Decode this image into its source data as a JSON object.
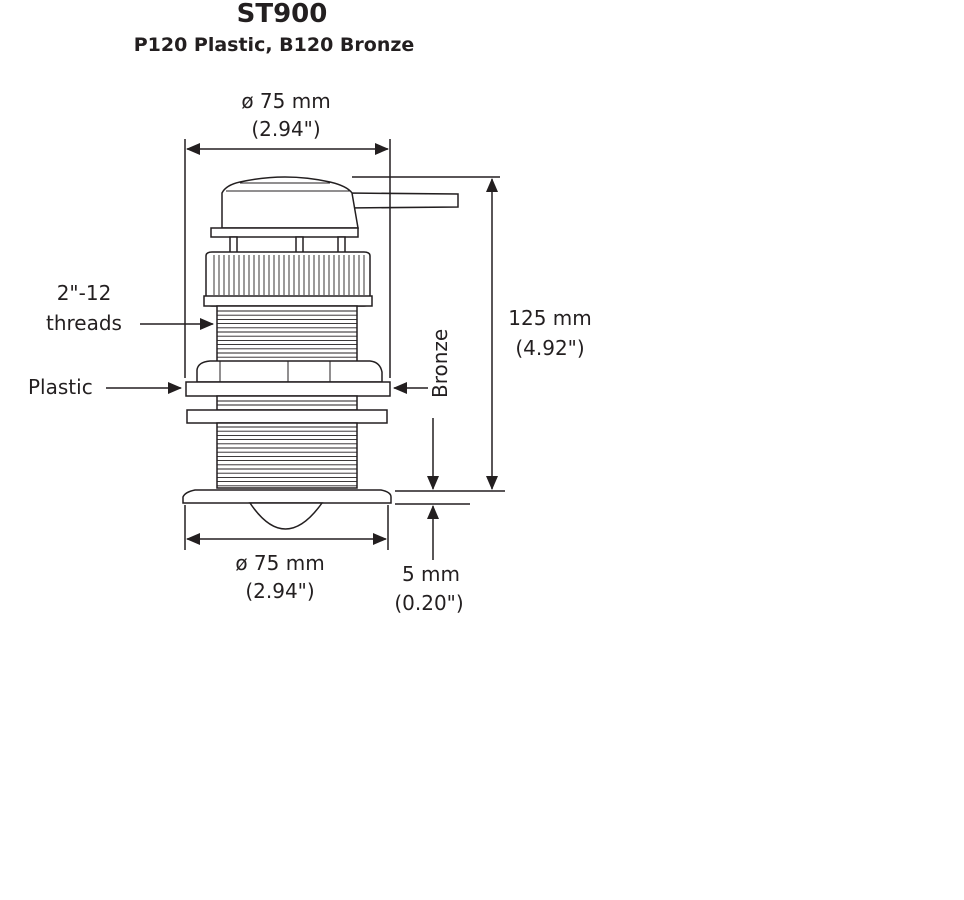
{
  "header": {
    "title": "ST900",
    "subtitle": "P120 Plastic, B120 Bronze"
  },
  "dimensions": {
    "top_diameter": {
      "mm": "ø 75 mm",
      "inch": "(2.94\")"
    },
    "bottom_diameter": {
      "mm": "ø 75 mm",
      "inch": "(2.94\")"
    },
    "height": {
      "mm": "125 mm",
      "inch": "(4.92\")"
    },
    "flange": {
      "mm": "5 mm",
      "inch": "(0.20\")"
    }
  },
  "callouts": {
    "threads_line1": "2\"-12",
    "threads_line2": "threads",
    "plastic": "Plastic",
    "bronze": "Bronze"
  }
}
